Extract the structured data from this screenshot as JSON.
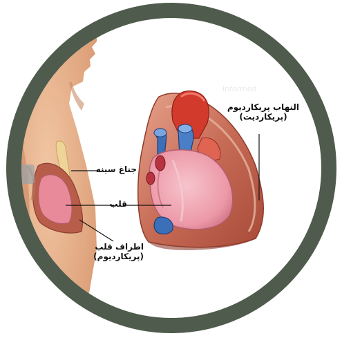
{
  "diagram": {
    "labels": {
      "pericarditis_line1": "التهاب پریکاردیوم",
      "pericarditis_line2": "(پریکاردیت)",
      "sternum": "جناغ سینه",
      "heart": "قلب",
      "pericardium_line1": "اطراف قلب",
      "pericardium_line2": "(پریکاردیوم)"
    },
    "watermark": "informed",
    "colors": {
      "frame_ring": "#4f5b4c",
      "skin": "#e9b48f",
      "heart": "#ef9cab",
      "pericardium_sac": "#c86a56",
      "vessel_blue": "#3b6fb8",
      "aorta_red": "#d23a2c"
    }
  }
}
